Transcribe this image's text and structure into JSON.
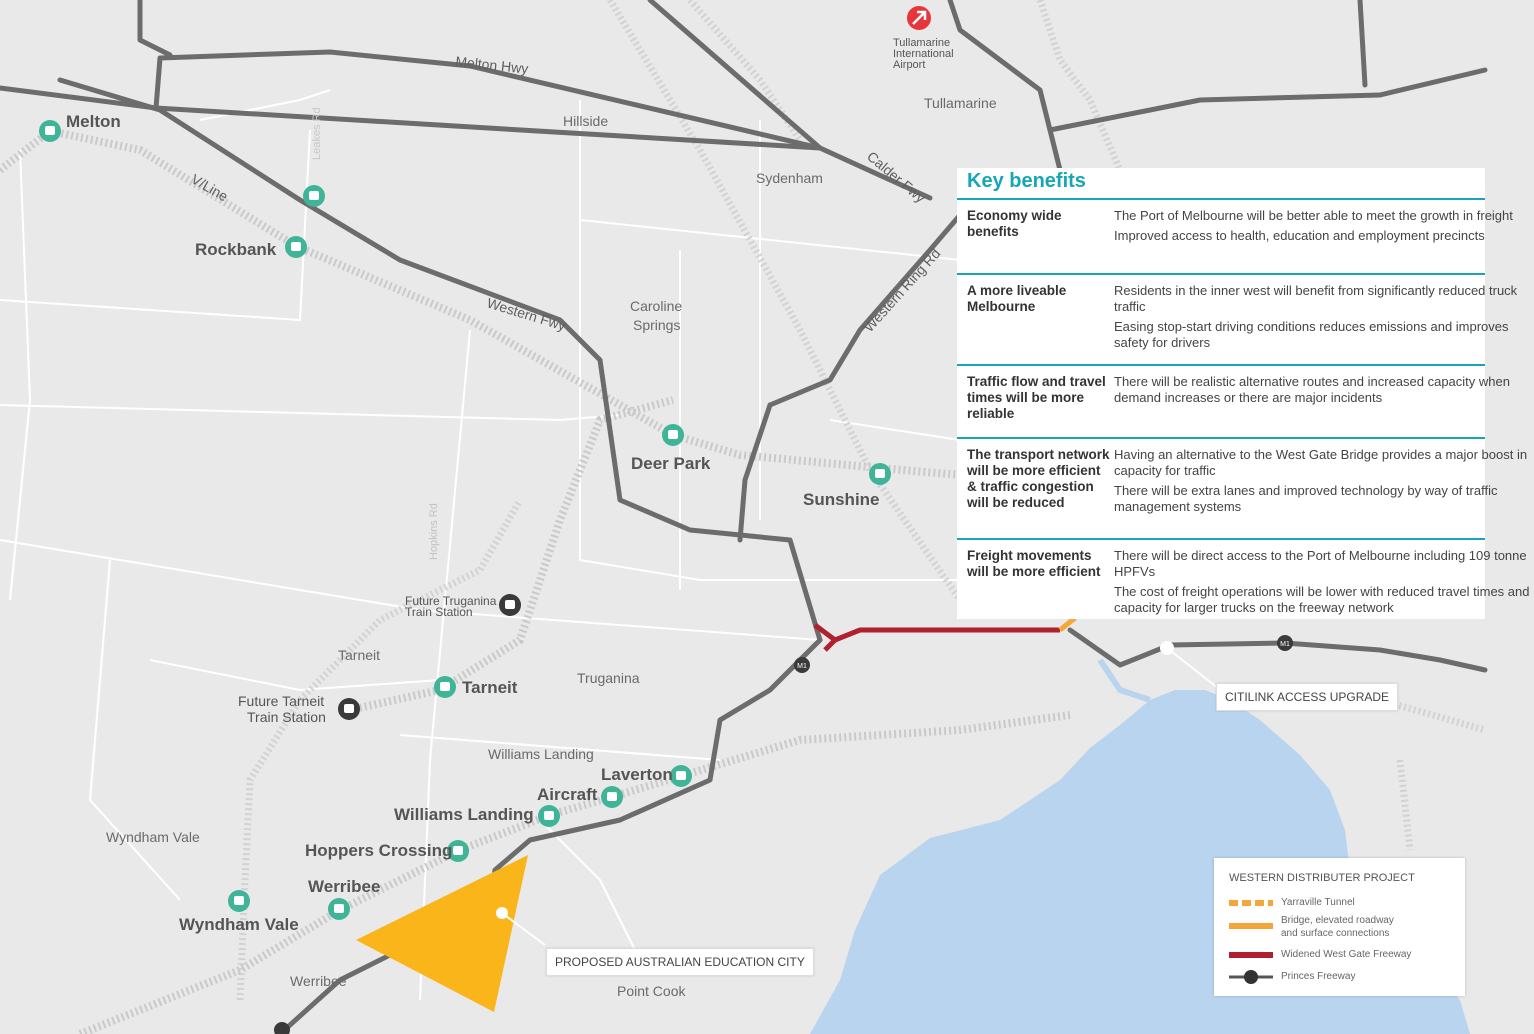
{
  "roads": {
    "melton_hwy": "Melton Hwy",
    "vline": "V/Line",
    "western_fwy": "Western Fwy",
    "calder_fwy": "Calder Fwy",
    "western_ring_rd": "Western Ring Rd",
    "hopkins_rd": "Hopkins Rd",
    "leakes_rd": "Leakes Rd",
    "m1": "M1"
  },
  "suburbs": {
    "hillside": "Hillside",
    "tullamarine": "Tullamarine",
    "sydenham": "Sydenham",
    "caroline": "Caroline",
    "springs": "Springs",
    "tarneit": "Tarneit",
    "truganina": "Truganina",
    "williams_landing": "Williams Landing",
    "wyndham_vale": "Wyndham Vale",
    "werribee": "Werribee",
    "point_cook": "Point Cook"
  },
  "airport": {
    "line1": "Tullamarine",
    "line2": "International",
    "line3": "Airport"
  },
  "stations": {
    "melton": "Melton",
    "rockbank": "Rockbank",
    "deer_park": "Deer Park",
    "sunshine": "Sunshine",
    "tarneit": "Tarneit",
    "laverton": "Laverton",
    "aircraft": "Aircraft",
    "williams_landing": "Williams Landing",
    "hoppers_crossing": "Hoppers Crossing",
    "werribee": "Werribee",
    "wyndham_vale": "Wyndham Vale",
    "future_truganina_1": "Future Truganina",
    "future_truganina_2": "Train Station",
    "future_tarneit_1": "Future Tarneit",
    "future_tarneit_2": "Train Station"
  },
  "callouts": {
    "citylink": "CITILINK ACCESS UPGRADE",
    "education_city": "PROPOSED AUSTRALIAN EDUCATION CITY"
  },
  "benefits": {
    "title": "Key benefits",
    "rows": [
      {
        "heading": "Economy wide benefits",
        "lines": [
          "The Port of Melbourne will be better able to meet the growth in freight",
          "Improved access to health, education and employment precincts"
        ]
      },
      {
        "heading": "A more liveable Melbourne",
        "lines": [
          "Residents in the inner west will benefit from significantly reduced truck traffic",
          "Easing stop-start driving conditions reduces emissions and improves safety for drivers"
        ]
      },
      {
        "heading": "Traffic flow and travel times will be more reliable",
        "lines": [
          "There will be realistic alternative routes and increased capacity when demand increases or there are major incidents"
        ]
      },
      {
        "heading": "The transport network will be more efficient & traffic congestion will be reduced",
        "lines": [
          "Having an alternative to the West Gate Bridge provides a major boost in capacity for traffic",
          "There will be extra lanes and improved technology by way of traffic management systems"
        ]
      },
      {
        "heading": "Freight movements will be more efficient",
        "lines": [
          "There will be direct access to the Port of Melbourne including 109 tonne HPFVs",
          "The cost of freight operations will be lower with reduced travel times and capacity for larger trucks on the freeway network"
        ]
      }
    ]
  },
  "legend": {
    "title": "WESTERN DISTRIBUTER PROJECT",
    "items": [
      {
        "label": "Yarraville Tunnel",
        "color": "#f4a63a"
      },
      {
        "label": "Bridge, elevated roadway and surface connections",
        "color": "#f4a63a"
      },
      {
        "label": "Widened West Gate Freeway",
        "color": "#b0202e"
      },
      {
        "label": "Princes Freeway",
        "color": "#555555"
      }
    ]
  },
  "colors": {
    "teal": "#17a7b4",
    "station_green": "#3fb497",
    "education_yellow": "#f9b51a",
    "widened_red": "#b0202e",
    "water": "#b9d4ee",
    "airport_red": "#e8353b"
  }
}
